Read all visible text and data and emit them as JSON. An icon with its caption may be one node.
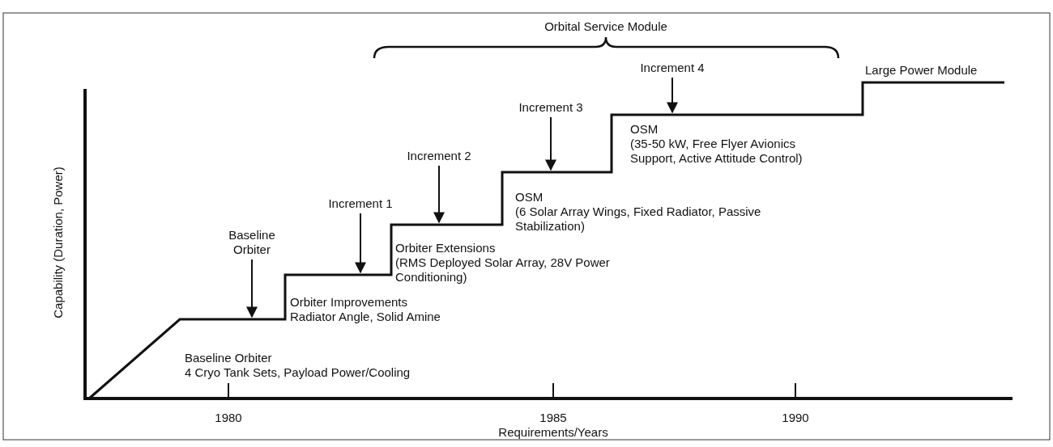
{
  "diagram": {
    "nodes": [
      {
        "text": [
          "Baseline Orbiter"
        ]
      },
      {
        "text": [
          "Increment 1"
        ]
      },
      {
        "text": [
          "Increment 2"
        ]
      },
      {
        "text": [
          "Increment 3"
        ]
      },
      {
        "text": [
          "Increment 4"
        ]
      }
    ],
    "edges": [
      {
        "from": 0,
        "to": null,
        "arrow": "to"
      },
      {
        "from": 1,
        "to": null,
        "arrow": "to"
      },
      {
        "from": 2,
        "to": null,
        "arrow": "to"
      },
      {
        "from": 3,
        "to": null,
        "arrow": "to"
      },
      {
        "from": 4,
        "to": null,
        "arrow": "to"
      }
    ],
    "labels": [
      "Orbital Service Module",
      "Large Power Module",
      "OSM",
      "(35-50 kW, Free Flyer Avionics Support, Active Attitude Control)",
      "OSM",
      "(6 Solar Array Wings, Fixed Radiator, Passive Stabilization)",
      "Orbiter Extensions",
      "(RMS Deployed Solar Array, 28V Power Conditioning)",
      "Orbiter Improvements",
      "Radiator Angle, Solid Amine",
      "Baseline Orbiter",
      "4 Cryo Tank Sets, Payload Power/Cooling",
      "Capability (Duration, Power)",
      "1980",
      "1985",
      "1990",
      "Requirements/Years"
    ]
  }
}
